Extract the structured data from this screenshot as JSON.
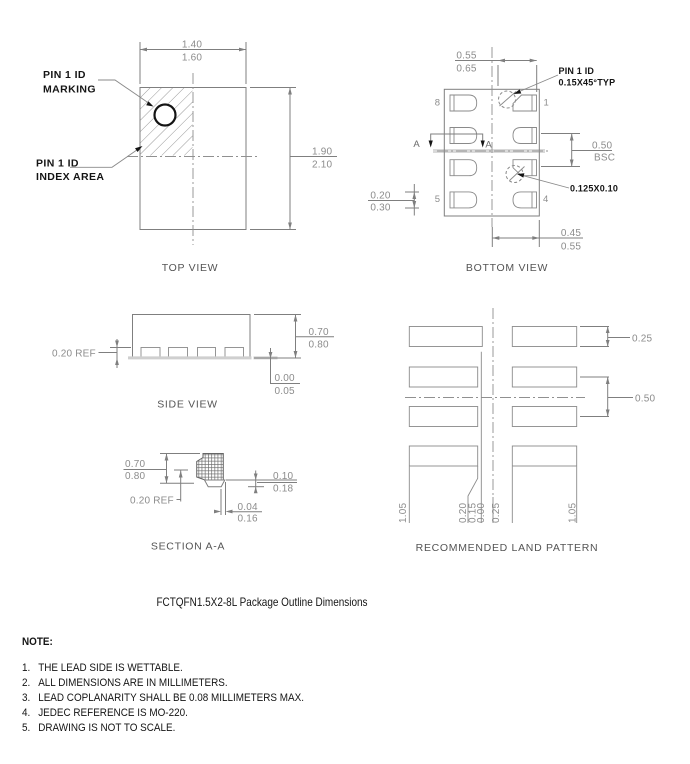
{
  "title": "FCTQFN1.5X2-8L Package Outline Dimensions",
  "views": {
    "top": {
      "caption": "TOP VIEW",
      "label_marking_line1": "PIN 1 ID",
      "label_marking_line2": "MARKING",
      "label_index_line1": "PIN 1 ID",
      "label_index_line2": "INDEX AREA",
      "dim_width_upper": "1.40",
      "dim_width_lower": "1.60",
      "dim_height_upper": "1.90",
      "dim_height_lower": "2.10"
    },
    "bottom": {
      "caption": "BOTTOM VIEW",
      "pin8": "8",
      "pin1": "1",
      "pin5": "5",
      "pin4": "4",
      "section_letter_left": "A",
      "section_letter_right": "A",
      "label_pin1_line1": "PIN 1 ID",
      "label_pin1_line2": "0.15X45°TYP",
      "label_notch": "0.125X0.10",
      "dim_pad_from_center_upper": "0.55",
      "dim_pad_from_center_lower": "0.65",
      "dim_pitch_upper": "0.50",
      "dim_pitch_lower": "BSC",
      "dim_pad_width_upper": "0.20",
      "dim_pad_width_lower": "0.30",
      "dim_edge_upper": "0.45",
      "dim_edge_lower": "0.55"
    },
    "side": {
      "caption": "SIDE VIEW",
      "dim_lead": "0.20 REF",
      "dim_height_upper": "0.70",
      "dim_height_lower": "0.80",
      "dim_standoff_upper": "0.00",
      "dim_standoff_lower": "0.05"
    },
    "section": {
      "caption": "SECTION A-A",
      "dim_height_upper": "0.70",
      "dim_height_lower": "0.80",
      "dim_ref": "0.20 REF",
      "dim_foot_upper": "0.10",
      "dim_foot_lower": "0.18",
      "dim_toe_upper": "0.04",
      "dim_toe_lower": "0.16"
    },
    "land": {
      "caption": "RECOMMENDED LAND PATTERN",
      "dim_pad_height": "0.25",
      "dim_pitch": "0.50",
      "bottom_labels": [
        "1.05",
        "0.20",
        "0.15",
        "0.00",
        "0.25",
        "1.05"
      ]
    }
  },
  "note": {
    "heading": "NOTE:",
    "items": [
      {
        "num": "1.",
        "text": "THE LEAD SIDE IS WETTABLE."
      },
      {
        "num": "2.",
        "text": "ALL DIMENSIONS ARE IN MILLIMETERS."
      },
      {
        "num": "3.",
        "text": "LEAD COPLANARITY SHALL BE 0.08 MILLIMETERS MAX."
      },
      {
        "num": "4.",
        "text": "JEDEC REFERENCE IS MO-220."
      },
      {
        "num": "5.",
        "text": "DRAWING IS NOT TO SCALE."
      }
    ]
  },
  "colors": {
    "line": "#7f7f7f",
    "dim_text": "#8c8c8c",
    "label_text": "#141414",
    "caption_text": "#545454",
    "seating_plane": "#cfcfcf"
  }
}
